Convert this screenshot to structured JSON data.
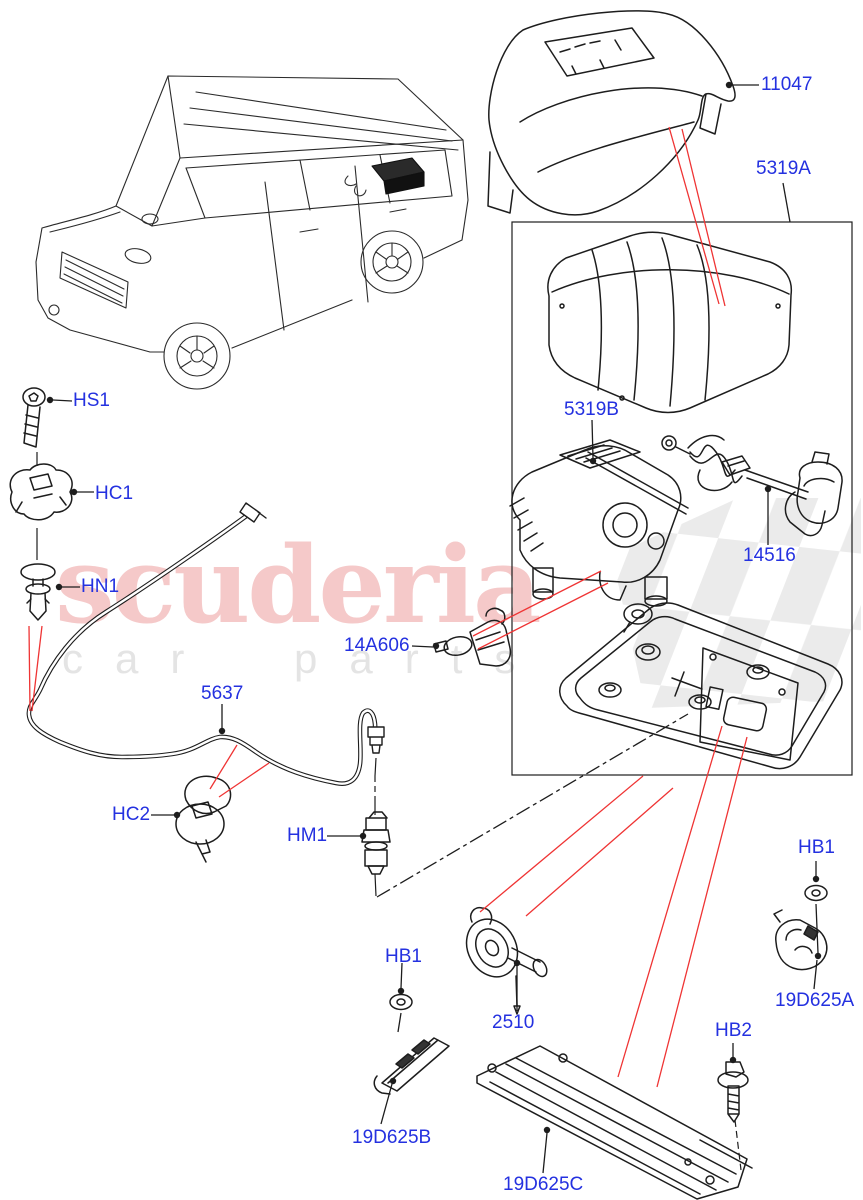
{
  "watermark": {
    "brand": "scuderia",
    "subtitle": "car parts",
    "brand_color": "#f5c9c9",
    "subtitle_color": "#e4e4e4",
    "checker_color": "#ebebeb"
  },
  "diagram": {
    "label_color": "#2431e0",
    "leader_color": "#1d1d1d",
    "callout_color": "#ef3434",
    "labels": [
      {
        "id": "11047",
        "text": "11047"
      },
      {
        "id": "5319A",
        "text": "5319A"
      },
      {
        "id": "5319B",
        "text": "5319B"
      },
      {
        "id": "14516",
        "text": "14516"
      },
      {
        "id": "14A606",
        "text": "14A606"
      },
      {
        "id": "5637",
        "text": "5637"
      },
      {
        "id": "HS1",
        "text": "HS1"
      },
      {
        "id": "HC1",
        "text": "HC1"
      },
      {
        "id": "HN1",
        "text": "HN1"
      },
      {
        "id": "HC2",
        "text": "HC2"
      },
      {
        "id": "HM1",
        "text": "HM1"
      },
      {
        "id": "HB1-left",
        "text": "HB1"
      },
      {
        "id": "19D625B",
        "text": "19D625B"
      },
      {
        "id": "2510",
        "text": "2510"
      },
      {
        "id": "19D625C",
        "text": "19D625C"
      },
      {
        "id": "HB2",
        "text": "HB2"
      },
      {
        "id": "HB1-right",
        "text": "HB1"
      },
      {
        "id": "19D625A",
        "text": "19D625A"
      }
    ]
  }
}
